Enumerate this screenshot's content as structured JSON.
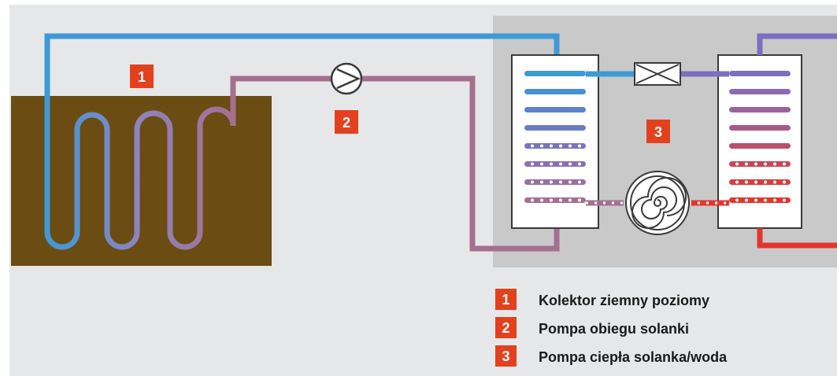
{
  "colors": {
    "background": "#e6e7e8",
    "ground": "#6b4c12",
    "unit_box": "#c9c9c9",
    "badge": "#e3411e",
    "cold_pipe": "#3d9ad6",
    "warm_pipe": "#a4708e",
    "purple_pipe": "#7b6fc0",
    "hot_pipe": "#e3362e"
  },
  "badges": {
    "collector": "1",
    "pump": "2",
    "heat_pump": "3"
  },
  "legend": [
    {
      "number": "1",
      "text": "Kolektor ziemny poziomy"
    },
    {
      "number": "2",
      "text": "Pompa obiegu solanki"
    },
    {
      "number": "3",
      "text": "Pompa ciepła solanka/woda"
    }
  ]
}
